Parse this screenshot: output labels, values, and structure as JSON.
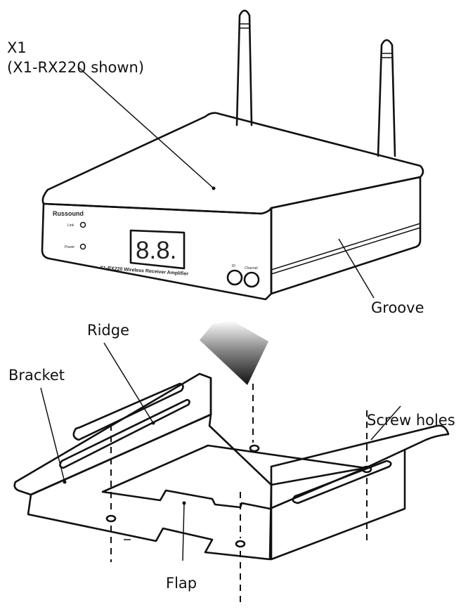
{
  "labels": {
    "device": "X1",
    "device_note": "(X1-RX220 shown)",
    "groove": "Groove",
    "ridge": "Ridge",
    "bracket": "Bracket",
    "screw_holes": "Screw holes",
    "flap": "Flap"
  },
  "device_panel": {
    "brand": "Russound",
    "indicator_1": "Link",
    "indicator_2": "Power",
    "display": "8.8.",
    "model_line": "X1-RX220 Wireless Receiver Amplifier",
    "button_1": "ID",
    "button_2": "Channel"
  }
}
